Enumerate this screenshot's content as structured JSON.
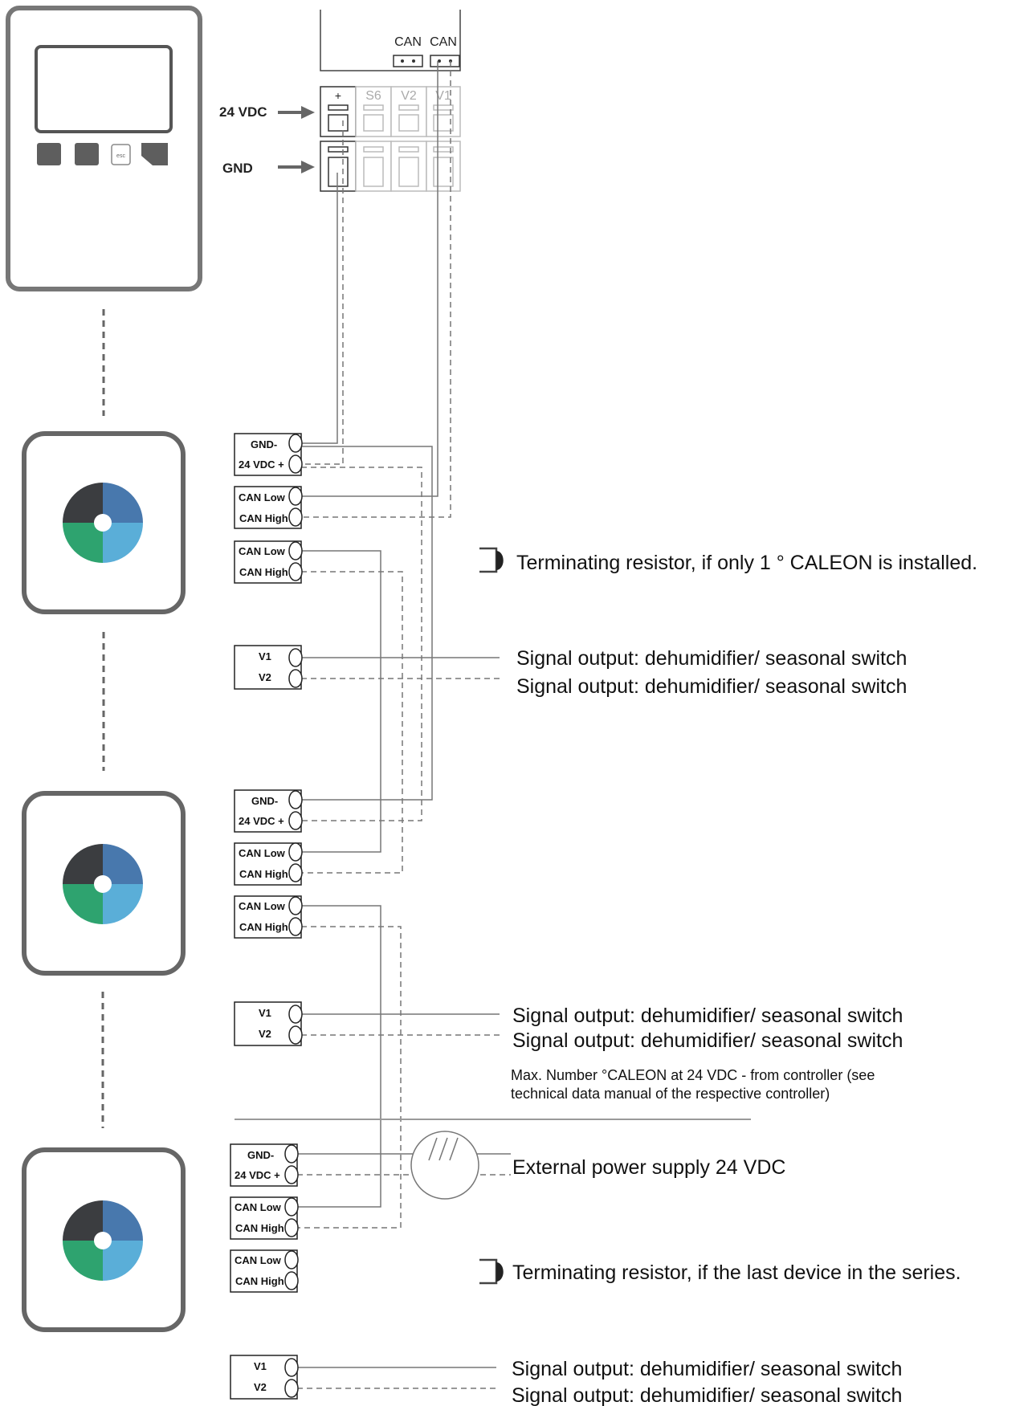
{
  "controller": {
    "can_labels": [
      "CAN",
      "CAN"
    ],
    "plus_label": "+",
    "terminal_labels": [
      "S6",
      "V2",
      "V1"
    ],
    "esc_label": "esc",
    "power_label": "24 VDC",
    "gnd_label": "GND"
  },
  "terminals": {
    "gnd": "GND-",
    "vdc": "24 VDC +",
    "can_low": "CAN Low",
    "can_high": "CAN High",
    "v1": "V1",
    "v2": "V2"
  },
  "notes": {
    "term_resistor_first": "Terminating resistor, if only 1 ° CALEON is installed.",
    "signal_output": "Signal output: dehumidifier/ seasonal switch",
    "max_number_line1": "Max. Number °CALEON at 24 VDC - from controller (see",
    "max_number_line2": "technical data manual of the respective controller)",
    "external_power": "External power supply 24 VDC",
    "term_resistor_last": "Terminating resistor, if the last device in the series."
  },
  "colors": {
    "wheel_dark": "#3b3d40",
    "wheel_blue": "#4878ad",
    "wheel_green": "#2ea36f",
    "wheel_lightblue": "#5aaed8",
    "frame": "#666666",
    "wire": "#777777"
  }
}
